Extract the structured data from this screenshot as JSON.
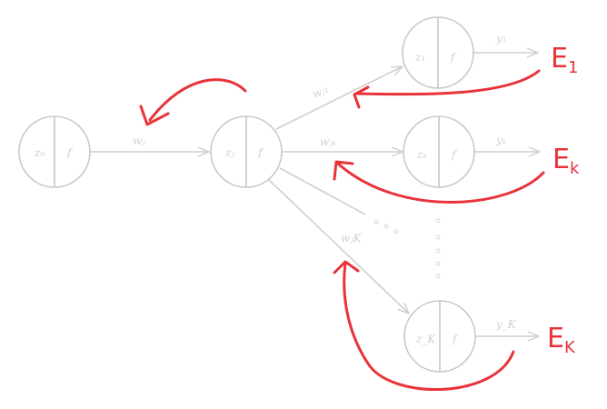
{
  "nodes": {
    "input": {
      "z": "z₀",
      "f": "f"
    },
    "hidden": {
      "z": "zⱼ",
      "f": "f"
    },
    "out1": {
      "z": "z₁",
      "f": "f"
    },
    "outk": {
      "z": "zₖ",
      "f": "f"
    },
    "outK": {
      "z": "z_K",
      "f": "f"
    }
  },
  "edges": {
    "w_j": "wⱼ",
    "w_j1": "wⱼ₁",
    "w_jk": "wⱼₖ",
    "w_jK": "wⱼK",
    "y_1": "y₁",
    "y_k": "yₖ",
    "y_K": "y_K"
  },
  "errors": {
    "E1": {
      "base": "E",
      "sub": "1"
    },
    "Ek": {
      "base": "E",
      "sub": "k"
    },
    "EK": {
      "base": "E",
      "sub": "K"
    }
  },
  "colors": {
    "error_arrow": "#e8333a",
    "network": "#c8c8c8"
  }
}
